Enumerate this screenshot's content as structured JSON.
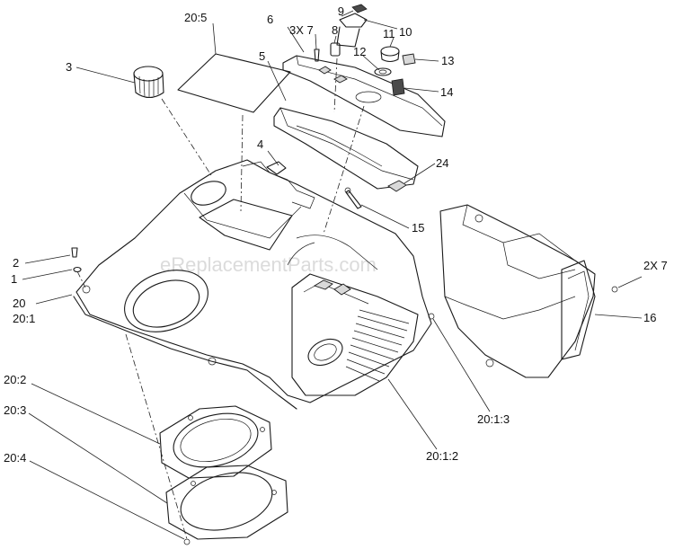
{
  "watermark": "eReplacementParts.com",
  "callouts": [
    {
      "id": "c-9",
      "text": "9"
    },
    {
      "id": "c-10",
      "text": "10"
    },
    {
      "id": "c-6",
      "text": "6"
    },
    {
      "id": "c-3x7",
      "text": "3X 7"
    },
    {
      "id": "c-8",
      "text": "8"
    },
    {
      "id": "c-11",
      "text": "11"
    },
    {
      "id": "c-20-5",
      "text": "20:5"
    },
    {
      "id": "c-12",
      "text": "12"
    },
    {
      "id": "c-13",
      "text": "13"
    },
    {
      "id": "c-3",
      "text": "3"
    },
    {
      "id": "c-5",
      "text": "5"
    },
    {
      "id": "c-14",
      "text": "14"
    },
    {
      "id": "c-4",
      "text": "4"
    },
    {
      "id": "c-24",
      "text": "24"
    },
    {
      "id": "c-15",
      "text": "15"
    },
    {
      "id": "c-2",
      "text": "2"
    },
    {
      "id": "c-1",
      "text": "1"
    },
    {
      "id": "c-20",
      "text": "20"
    },
    {
      "id": "c-20-1",
      "text": "20:1"
    },
    {
      "id": "c-2x7",
      "text": "2X 7"
    },
    {
      "id": "c-16",
      "text": "16"
    },
    {
      "id": "c-20-1-3",
      "text": "20:1:3"
    },
    {
      "id": "c-20-1-2",
      "text": "20:1:2"
    },
    {
      "id": "c-20-2",
      "text": "20:2"
    },
    {
      "id": "c-20-3",
      "text": "20:3"
    },
    {
      "id": "c-20-4",
      "text": "20:4"
    }
  ]
}
